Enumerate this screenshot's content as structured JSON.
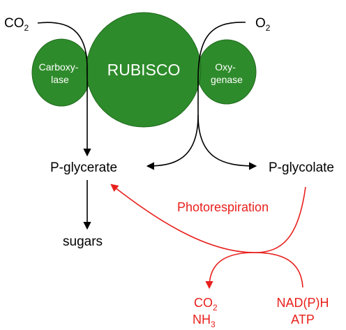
{
  "colors": {
    "enzyme_green": "#2e8b2b",
    "enzyme_outline": "#1f6b1d",
    "pathway_black": "#000000",
    "photorespiration_red": "#e8201c"
  },
  "inputs": {
    "co2_main": "CO",
    "co2_sub": "2",
    "o2_main": "O",
    "o2_sub": "2"
  },
  "enzyme": {
    "name": "RUBISCO",
    "carboxylase_line1": "Carboxy-",
    "carboxylase_line2": "lase",
    "oxygenase_line1": "Oxy-",
    "oxygenase_line2": "genase"
  },
  "products": {
    "p_glycerate": "P-glycerate",
    "p_glycolate": "P-glycolate",
    "sugars": "sugars"
  },
  "photorespiration": {
    "label": "Photorespiration",
    "released_co2_main": "CO",
    "released_co2_sub": "2",
    "released_nh3_main": "NH",
    "released_nh3_sub": "3",
    "consumed_line1": "NAD(P)H",
    "consumed_line2": "ATP"
  }
}
